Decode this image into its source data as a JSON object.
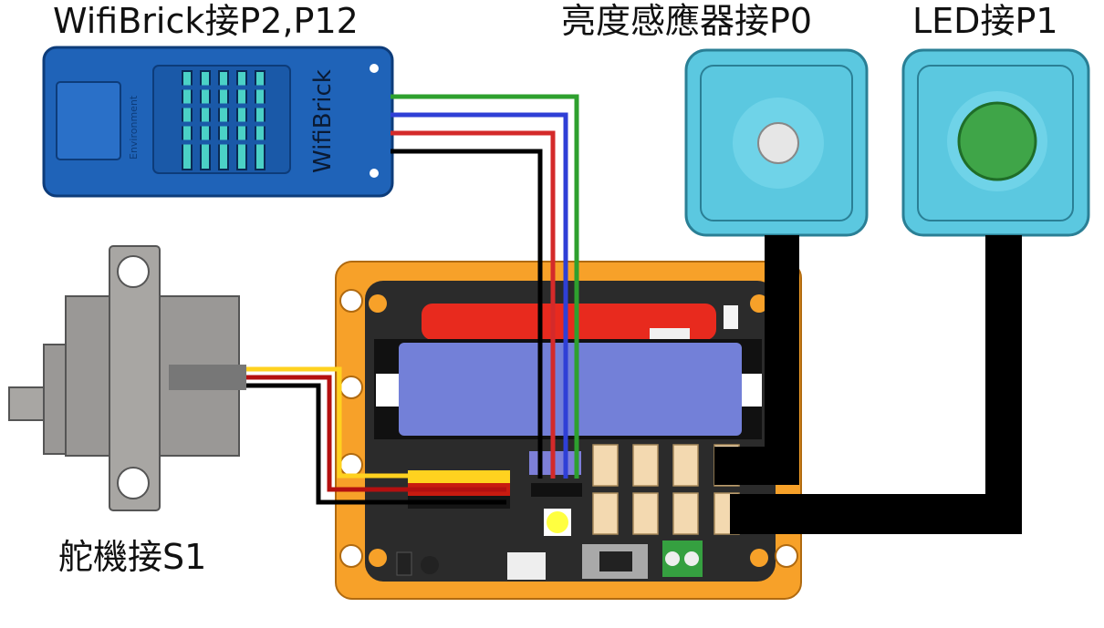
{
  "labels": {
    "wifibrick": "WifiBrick接P2,P12",
    "light_sensor": "亮度感應器接P0",
    "led": "LED接P1",
    "servo": "舵機接S1"
  },
  "wifibrick_module": {
    "name": "WifiBrick",
    "sublabel": "Environment"
  },
  "colors": {
    "board_frame": "#f7a129",
    "pcb": "#2b2b2b",
    "battery": "#7380d8",
    "module_cyan": "#5bc8e0",
    "wifibrick_blue": "#1f63b8",
    "wire_green": "#2ea02e",
    "wire_blue": "#2f3fd6",
    "wire_red": "#d42a2a",
    "wire_black": "#000000",
    "wire_yellow": "#ffd21f"
  }
}
